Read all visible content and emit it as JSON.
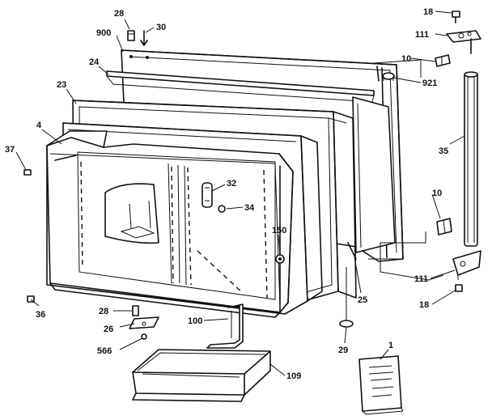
{
  "diagram": {
    "callouts": {
      "c28_top": "28",
      "c30": "30",
      "c900": "900",
      "c24": "24",
      "c23": "23",
      "c4": "4",
      "c37": "37",
      "c32": "32",
      "c34": "34",
      "c150": "150",
      "c18_top": "18",
      "c111_top": "111",
      "c10_top": "10",
      "c921": "921",
      "c35": "35",
      "c10_mid": "10",
      "c111_bot": "111",
      "c18_bot": "18",
      "c25": "25",
      "c29": "29",
      "c36": "36",
      "c28_bot": "28",
      "c26": "26",
      "c566": "566",
      "c100": "100",
      "c109": "109",
      "c1": "1"
    }
  }
}
